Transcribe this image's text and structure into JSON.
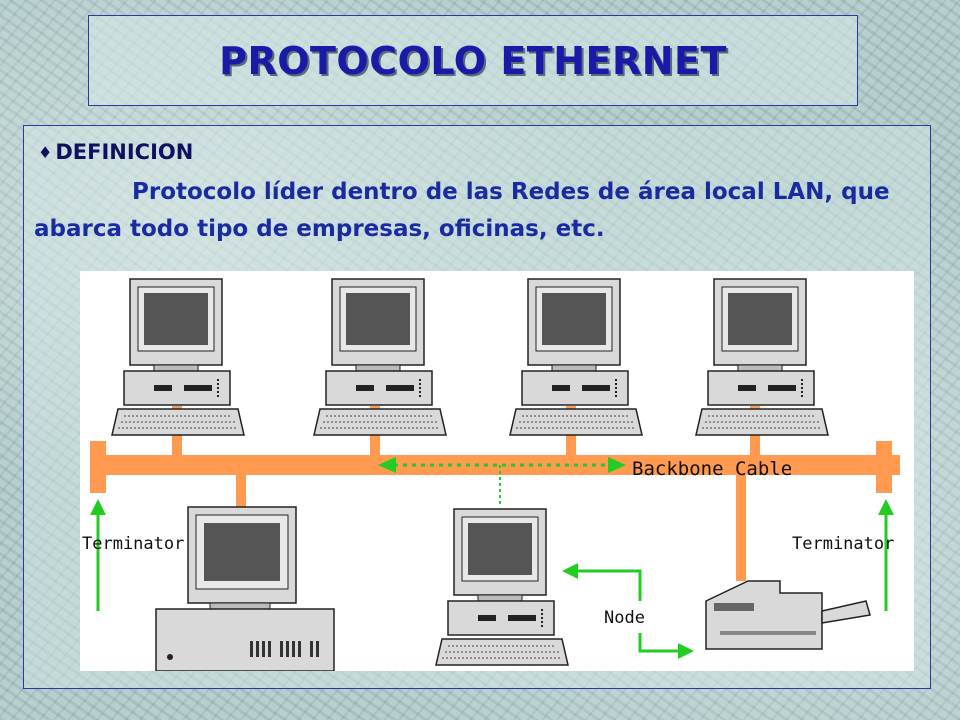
{
  "title": "PROTOCOLO ETHERNET",
  "definition": {
    "heading": "DEFINICION",
    "text": "Protocolo líder dentro de las Redes de área local LAN, que abarca todo tipo de empresas, oficinas, etc."
  },
  "diagram": {
    "backbone_label": "Backbone Cable",
    "terminator_left": "Terminator",
    "terminator_right": "Terminator",
    "node_label": "Node",
    "colors": {
      "cable": "#ff9a50",
      "arrow": "#22cc22",
      "screen": "#555555",
      "device": "#d9d9d9"
    }
  }
}
